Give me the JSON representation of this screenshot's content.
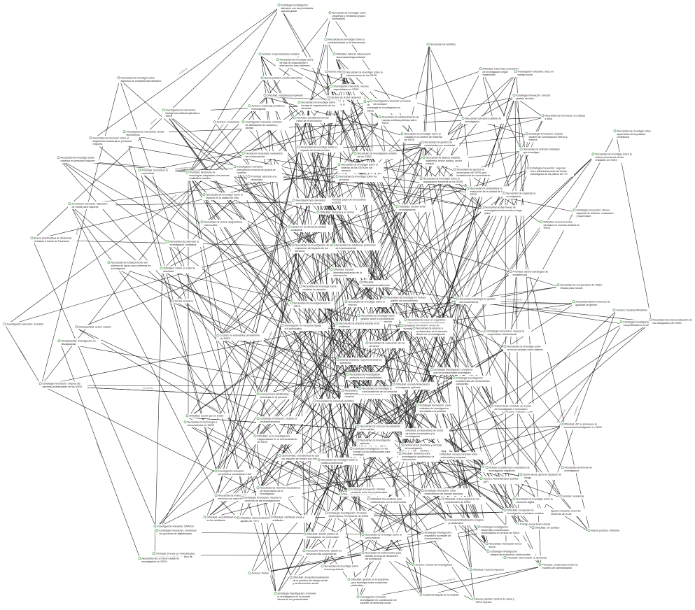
{
  "diagram": {
    "node_color": "#5aa55a",
    "edge_color": "#1a1a1a",
    "nodes": [
      {
        "id": "n1",
        "label": "Estrategia Investigación: alinearse con las prioridades agenda global"
      },
      {
        "id": "n2",
        "label": "Necesidad de investigar sobre pequeños y medianos grupos vulnerables"
      },
      {
        "id": "n3",
        "label": "Necesidad de investigar sobre la profesionalidad en la intervención"
      },
      {
        "id": "n4",
        "label": "Necesidad de sentidos"
      },
      {
        "id": "n5",
        "label": "Actores: emprendedores sociales"
      },
      {
        "id": "n6",
        "label": "Necesidad de investigar sobre formas de organización e intervención más eficientes"
      },
      {
        "id": "n7",
        "label": "Dificultad: falta de intervención atomizadas/fragmentadas"
      },
      {
        "id": "n8",
        "label": "Buena práctica: Housing First"
      },
      {
        "id": "n9",
        "label": "Buena práctica: modelo Barnahus"
      },
      {
        "id": "n10",
        "label": "Necesidad de investigar sobre la estructuración de los SSSS"
      },
      {
        "id": "n11",
        "label": "Investigación relevante: nuevos especialistas en SSSS"
      },
      {
        "id": "n12",
        "label": "Gestión de SSSS desiertos"
      },
      {
        "id": "n13",
        "label": "Dificultad: Diferentes prioridades de investigación según trayectorias"
      },
      {
        "id": "n14",
        "label": "Investigación relevante: ética en trabajo social"
      },
      {
        "id": "n15",
        "label": "Dificultad: resistencia propiedad"
      },
      {
        "id": "n16",
        "label": "Necesidad de investigar sobre el rol de los servicios"
      },
      {
        "id": "n17",
        "label": "Necesidad de reflexionar el papel de la empresa privada en la estrategia de investigación en SSSS"
      },
      {
        "id": "n18",
        "label": "Necesidad de investigar sobre aspectos de coexistencia/urbanismo"
      },
      {
        "id": "n19",
        "label": "Investigación relevante: procesos de inclusión"
      },
      {
        "id": "n20",
        "label": "Estrategia Innovación: reforzar gestión de ética"
      },
      {
        "id": "n21",
        "label": "Actores: empresas privadas y tecnológicas"
      },
      {
        "id": "n22",
        "label": "Investigaciones relevantes: inteligencia artificial aplicada a SSSS"
      },
      {
        "id": "n23",
        "label": "Necesidad de establecimiento de nuevas políticas públicas sobre SSSS"
      },
      {
        "id": "n24",
        "label": "Necesidad de innovación en calidad y ética"
      },
      {
        "id": "n25",
        "label": "Prioridad: actualizar/reformar motor de la innovación"
      },
      {
        "id": "n26",
        "label": "Necesidad de investigar sobre formas de organización de los servicios"
      },
      {
        "id": "n27",
        "label": "Investigaciones relevantes: SSSS electrónicos"
      },
      {
        "id": "n28",
        "label": "Actores: consultoras"
      },
      {
        "id": "n29",
        "label": "Necesidad estructura estable de investigación"
      },
      {
        "id": "n30",
        "label": "Investigación relevante: estudios de satisfacción de usuarios y calidad"
      },
      {
        "id": "n31",
        "label": "Necesidad de investigar sobre la Calidad en la Gestión del Sistema de SSSS"
      },
      {
        "id": "n32",
        "label": "Necesidad de gestión de necesidades por resultados"
      },
      {
        "id": "n33",
        "label": "Necesidad de investigar sobre el impacto de la intervención"
      },
      {
        "id": "n34",
        "label": "Necesidad de intervenir sobre el alojamiento relacional en personas mayores"
      },
      {
        "id": "n35",
        "label": "Necesidad de investigación estable de los SSSS"
      },
      {
        "id": "n36",
        "label": "Estrategia Innovación: mejorar canales de comunicación interna y externa"
      },
      {
        "id": "n37",
        "label": "Necesidad de investigar sobre el sistema de los SSSS en los usuarios"
      },
      {
        "id": "n38",
        "label": "Innovación necesaria: evaluación de la intervención"
      },
      {
        "id": "n39",
        "label": "Necesidad de investigar sobre los procesos"
      },
      {
        "id": "n40",
        "label": "Necesidad de alianza tripartita: academia, sector público, sector privado"
      },
      {
        "id": "n41",
        "label": "Necesidad de articular entidades que investigan"
      },
      {
        "id": "n42",
        "label": "Necesidad de investigar sobre la cultura y funciones de las entidades de SSSS"
      },
      {
        "id": "n43",
        "label": "Necesidad de investigar sobre supervisión de la práctica profesional"
      },
      {
        "id": "n44",
        "label": "Necesidad de investigar sobre malestar en personas mayores"
      },
      {
        "id": "n45",
        "label": "Investigación relevante: intervención a través de grupos de contexto"
      },
      {
        "id": "n46",
        "label": "Prioridad: reconstruir la comunidad"
      },
      {
        "id": "n47",
        "label": "Necesidad de investigar sobre la organización funcional de los SSSS"
      },
      {
        "id": "n48",
        "label": "Prioridad: desarrollo de tecnologías adaptadas a las nuevas realidades sociales"
      },
      {
        "id": "n49",
        "label": "Prioridad: atención a la diversidad"
      },
      {
        "id": "n50",
        "label": "Necesidad de generar la financiación de SSSS para transferencia de conocimiento"
      },
      {
        "id": "n51",
        "label": "Estrategia Innovación: negociar entre administraciones las líneas estratégicas de los planes de I+D"
      },
      {
        "id": "n52",
        "label": "Prioridad: papel de los usuarios en SSSS"
      },
      {
        "id": "n53",
        "label": "Necesidad de sistematizar la evaluación de la calidad de los SSSS"
      },
      {
        "id": "n54",
        "label": "Necesidad de organizar la investigación"
      },
      {
        "id": "n55",
        "label": "Necesidad de investigar sobre el impacto en la calidad de vida"
      },
      {
        "id": "n56",
        "label": "Innovación relevante: utilización de robots para mayores"
      },
      {
        "id": "n57",
        "label": "Investigaciones relevantes: situaciones de pobreza"
      },
      {
        "id": "n58",
        "label": "Necesidad de revisar diagnósticos más locales"
      },
      {
        "id": "n59",
        "label": "Estrategia Innovación: ofrecer espacios de reflexión, evaluación y supervisión"
      },
      {
        "id": "n60",
        "label": "Cambio en la estructura familiar tradicional"
      },
      {
        "id": "n61",
        "label": "Necesidad de fijar líneas de investigación/intervención a largo plazo"
      },
      {
        "id": "n62",
        "label": "Dificultad: recursos lentos ofrecidos en muchos ámbitos de SSSS"
      },
      {
        "id": "n63",
        "label": "Buena práctica/idea de dinámicas ofrecidas a través de Facebook"
      },
      {
        "id": "n64",
        "label": "Necesidad de potenciar la investigación cualitativa"
      },
      {
        "id": "n65",
        "label": "Dificultad: tensión entre investigadores"
      },
      {
        "id": "n66",
        "label": "Dificultad: tomarse a un mutuo"
      },
      {
        "id": "n67",
        "label": "Necesidad de investigación de la evaluación del impacto de los servicios"
      },
      {
        "id": "n68",
        "label": "Necesidad de establecer protocolos de funcionamiento"
      },
      {
        "id": "n69",
        "label": "Prioridad: diseño estratégico de transferencia"
      },
      {
        "id": "n70",
        "label": "Necesidad de fortalecimiento del sistema de salud como referente en investigación"
      },
      {
        "id": "n71",
        "label": "Dificultad: SSSS en crisis de identidad"
      },
      {
        "id": "n72",
        "label": "Dificultad: escasa internacionalización de la intervención"
      },
      {
        "id": "n73",
        "label": "Necesidad de investigar sobre modelos de atención"
      },
      {
        "id": "n74",
        "label": "Necesidad de investigar en formas de gestión del conocimiento"
      },
      {
        "id": "n75",
        "label": "Necesidad de recuperación de SSSS: Estado para innovar"
      },
      {
        "id": "n76",
        "label": "Dificultad: licenciamiento/adhesión"
      },
      {
        "id": "n77",
        "label": "Necesidad de investigar sobre el entorno"
      },
      {
        "id": "n78",
        "label": "Necesidad de investigaciones en SSSS"
      },
      {
        "id": "n79",
        "label": "Necesidad de investigar sobre gestión sobre el conocimiento generado en la intervención"
      },
      {
        "id": "n80",
        "label": "Necesidad estrategia de gestión del conocimiento"
      },
      {
        "id": "n81",
        "label": "Necesidad diseño universal de igualdad de género"
      },
      {
        "id": "n82",
        "label": "Sector inmaduro"
      },
      {
        "id": "n83",
        "label": "Investigación en exclusión ligada a lo psicológico"
      },
      {
        "id": "n84",
        "label": "Necesidad de crear un organismo único que centralice investigación en SSSS"
      },
      {
        "id": "n85",
        "label": "Actores: impulsar Ministerio"
      },
      {
        "id": "n86",
        "label": "Estrategia Investigación: mejorar competitividad en la AP"
      },
      {
        "id": "n87",
        "label": "Investigación relevante: inclusión"
      },
      {
        "id": "n88",
        "label": "Discapacidad: sector maduro"
      },
      {
        "id": "n89",
        "label": "Necesidad de práctica basada en la evidencia"
      },
      {
        "id": "n90",
        "label": "Estrategia Innovación: líneas de investigación compartidas"
      },
      {
        "id": "n91",
        "label": "Estrategia Innovación: mejorar la cooperación interterritorial"
      },
      {
        "id": "n92",
        "label": "Necesidad de investigar sobre servicios sociales como sistema"
      },
      {
        "id": "n93",
        "label": "Necesidad de la burocratización de los trabajadores de SSSS"
      },
      {
        "id": "n94",
        "label": "Locales no entendidos previamente de SSSS"
      },
      {
        "id": "n95",
        "label": "Necesidad de evaluación de los servicios"
      },
      {
        "id": "n96",
        "label": "Necesidad de implicar a profesionales de la atención directa en la investigación"
      },
      {
        "id": "n97",
        "label": "Buenas prácticas: supermanzanas en Barcelona"
      },
      {
        "id": "n98",
        "label": "Estrategia Investigación: programa que los profesionales investiguen"
      },
      {
        "id": "n99",
        "label": "Necesidad de investigación centrada en la sostenibilidad"
      },
      {
        "id": "n100",
        "label": "Discapacidad: investigación en discapacidad"
      },
      {
        "id": "n101",
        "label": "Necesidad de investigar sobre la intervención entre profesionales y usuarios"
      },
      {
        "id": "n102",
        "label": "Necesidad de evidencia científica"
      },
      {
        "id": "n103",
        "label": "Necesidad de investigar sobre el funcionamiento de los servicios"
      },
      {
        "id": "n104",
        "label": "Dificultad: escasa financiación investigación aplicada"
      },
      {
        "id": "n105",
        "label": "Estrategia Investigación: transferencia de conocimiento compartido"
      },
      {
        "id": "n106",
        "label": "Innovaciones planificadas centradas en la persona"
      },
      {
        "id": "n107",
        "label": "Estrategia Innovación: mejorar las carreras profesionales de los SSSS"
      },
      {
        "id": "n108",
        "label": "Dificultad: sector que es SSSS"
      },
      {
        "id": "n109",
        "label": "Estrategia Innovación: mejorar la profesionalización"
      },
      {
        "id": "n110",
        "label": "Necesidad de tecnología a conocimientos en SSSS"
      },
      {
        "id": "n111",
        "label": "Dificultad: en la investigación fragmentación en el funcionamiento de SSSS"
      },
      {
        "id": "n112",
        "label": "Necesidad de investigación aplicada"
      },
      {
        "id": "n113",
        "label": "Dificultad: profesionales de SSSS de sector universitario y la investigación"
      },
      {
        "id": "n114",
        "label": "Actores: impulsar CCAA"
      },
      {
        "id": "n115",
        "label": "Gobernanza: inclusión en el plan de investigación e innovación"
      },
      {
        "id": "n116",
        "label": "Dificultad: AP no promueve la innovación/investigación en SSSS"
      },
      {
        "id": "n117",
        "label": "Oportunidad: coexistencia de que los mayores se formen con otros"
      },
      {
        "id": "n118",
        "label": "Necesidad de investigar sobre la práctica profesional"
      },
      {
        "id": "n119",
        "label": "Prioridad: desarrollo de la I+D"
      },
      {
        "id": "n120",
        "label": "Gobernanza: planificar y priorizar la investigación"
      },
      {
        "id": "n121",
        "label": "Dificultad: escasa conexión entre universidad y empresa"
      },
      {
        "id": "n122",
        "label": "Gobernanza: necesidad de trabajo en red"
      },
      {
        "id": "n123",
        "label": "Gobernanza: generar espacios de diálogo"
      },
      {
        "id": "n124",
        "label": "Investigación relevante: perspectiva comunitaria e IAP"
      },
      {
        "id": "n125",
        "label": "Necesidad de reformar mecanismos de financiación de la investigación"
      },
      {
        "id": "n126",
        "label": "Estrategia Investigación: en las formas y a los profesionales para investigar"
      },
      {
        "id": "n127",
        "label": "Modelo ecosistemas y resultados de investigación negativos"
      },
      {
        "id": "n128",
        "label": "Necesidad de innovar en investigación"
      },
      {
        "id": "n129",
        "label": "Necesidad de evaluar la/s servicios con valor añadido"
      },
      {
        "id": "n130",
        "label": "Estrategia Innovación: mejorar la conexión de las investigaciones"
      },
      {
        "id": "n131",
        "label": "Dificultad: distancia entre investigación académica y la intervención"
      },
      {
        "id": "n132",
        "label": "Estrategia Innovación: hibridar prácticas entre los profesionales"
      },
      {
        "id": "n133",
        "label": "Estrategia Innovación: crear observatorios de buenas prácticas"
      },
      {
        "id": "n134",
        "label": "Actores: Administración pública (AP)"
      },
      {
        "id": "n135",
        "label": "Actores: academia"
      },
      {
        "id": "n136",
        "label": "Investigación relevante: nivel del funcionamiento de la UE"
      },
      {
        "id": "n137",
        "label": "Estrategia Innovación: humanizar los procesos de digitalización"
      },
      {
        "id": "n138",
        "label": "Dificultad: accesibilidad social en las entidades"
      },
      {
        "id": "n139",
        "label": "Investigación relevante: DNACIS"
      },
      {
        "id": "n140",
        "label": "Prioridad: innovar en metodologías de codiseño y diseño creativo de servicios"
      },
      {
        "id": "n141",
        "label": "Dificultad: desconocimiento de ayudas de I+D+i"
      },
      {
        "id": "n142",
        "label": "Dificultad: visibilidad social y entidades"
      },
      {
        "id": "n143",
        "label": "Estrategia Investigación: Creación Observatorio Permanente de SSSS"
      },
      {
        "id": "n144",
        "label": "Dificultad: burocráticas para colaboración con la universidad"
      },
      {
        "id": "n145",
        "label": "Dificultad: sobrecargada de los profesionales de SSSS"
      },
      {
        "id": "n146",
        "label": "Necesidad de investigar sobre la evolución digital"
      },
      {
        "id": "n147",
        "label": "Necesidad de un fondo estatal de investigación en SSSS"
      },
      {
        "id": "n148",
        "label": "Necesidad de investigar sobre buenas prácticas"
      },
      {
        "id": "n149",
        "label": "Innovación/implicación colegios profesionales"
      },
      {
        "id": "n150",
        "label": "Estrategia Investigación: repositorio accesible de documentación"
      },
      {
        "id": "n151",
        "label": "Trabajo social busca dónde"
      },
      {
        "id": "n152",
        "label": "Innovación relevante: diseño de servicios más cooperativos"
      },
      {
        "id": "n153",
        "label": "Estrategia Investigación: desarrollar profesionales universitarios en centros de SSSS"
      },
      {
        "id": "n154",
        "label": "Necesidad: implicación tercer sector"
      },
      {
        "id": "n155",
        "label": "Necesidad de instrumentos para facilitar la toma de decisiones del profesional"
      },
      {
        "id": "n156",
        "label": "Dificultad: recurso impuesto"
      },
      {
        "id": "n157",
        "label": "Necesidad de investigar sobre la conocimiento"
      },
      {
        "id": "n158",
        "label": "Estrategia Investigación: categorías académico-profesionales"
      },
      {
        "id": "n159",
        "label": "Dificultad: ámbito público de investigación en universidad"
      },
      {
        "id": "n160",
        "label": "Prioridad: intervención vs demanda"
      },
      {
        "id": "n161",
        "label": "Dificultad: desprofesionalización de la práctica del trabajo social y la intervención social"
      },
      {
        "id": "n162",
        "label": "Dificultad: gestión en la academia para investigar sobre cuestiones publicables"
      },
      {
        "id": "n163",
        "label": "Actores: centros de investigación"
      },
      {
        "id": "n164",
        "label": "Prioridad: construcción entre los modelos de administración"
      },
      {
        "id": "n165",
        "label": "Estrategia Investigación: promover la investigación en la jornada laboral de los profesionales"
      },
      {
        "id": "n166",
        "label": "Investigación relevante: investigación en coordinación de carácter de bienestar social"
      },
      {
        "id": "n167",
        "label": "Academia alejada de la realidad"
      },
      {
        "id": "n168",
        "label": "Buena práctica: centros de salud y SSSS Quebec"
      },
      {
        "id": "n169",
        "label": "Buena práctica: Finlandia"
      },
      {
        "id": "n170",
        "label": "Dificultad: sin publicar"
      },
      {
        "id": "n171",
        "label": "Actores: Peñas"
      },
      {
        "id": "n172",
        "label": "Dificultad: incorporar en investigación resultados sociales"
      },
      {
        "id": "n173",
        "label": "Estrategia Innovación: crear unidades de investigación vinculadas a la práctica"
      },
      {
        "id": "n174",
        "label": "Necesidad de conocer la evaluación de la calidad"
      }
    ],
    "edge_labels": [
      "es/causa",
      "es un ejemplo de",
      "está asociado con",
      "es parte de",
      "contradice",
      "es propiedad de"
    ]
  }
}
